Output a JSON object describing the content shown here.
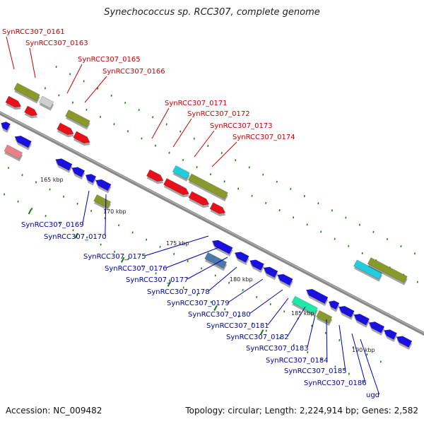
{
  "title": "Synechococcus sp. RCC307, complete genome",
  "footer": {
    "accession": "Accession: NC_009482",
    "topology": "Topology: circular; Length: 2,224,914 bp; Genes: 2,582"
  },
  "colors": {
    "red": "#e8101a",
    "red_dark": "#b00000",
    "olive": "#8a9a2a",
    "gray": "#cfcfcf",
    "blue": "#1a10e0",
    "pink": "#e8828a",
    "cyan": "#22ccdd",
    "teal": "#20e8a8",
    "steel": "#4a7aa8",
    "backbone": "#888888",
    "tick": "#1a7a1a",
    "label_red": "#cc0000",
    "label_blue": "#0000b0"
  },
  "tick_labels": [
    "165 kbp",
    "170 kbp",
    "175 kbp",
    "180 kbp",
    "185 kbp",
    "190 kbp"
  ],
  "labels_top": [
    "SynRCC307_0161",
    "SynRCC307_0163",
    "SynRCC307_0165",
    "SynRCC307_0166",
    "SynRCC307_0171",
    "SynRCC307_0172",
    "SynRCC307_0173",
    "SynRCC307_0174"
  ],
  "labels_bottom": [
    "SynRCC307_0169",
    "SynRCC307_0170",
    "SynRCC307_0175",
    "SynRCC307_0176",
    "SynRCC307_0177",
    "SynRCC307_0178",
    "SynRCC307_0179",
    "SynRCC307_0180",
    "SynRCC307_0181",
    "SynRCC307_0182",
    "SynRCC307_0183",
    "SynRCC307_0184",
    "SynRCC307_0185",
    "SynRCC307_0186",
    "ugd"
  ]
}
